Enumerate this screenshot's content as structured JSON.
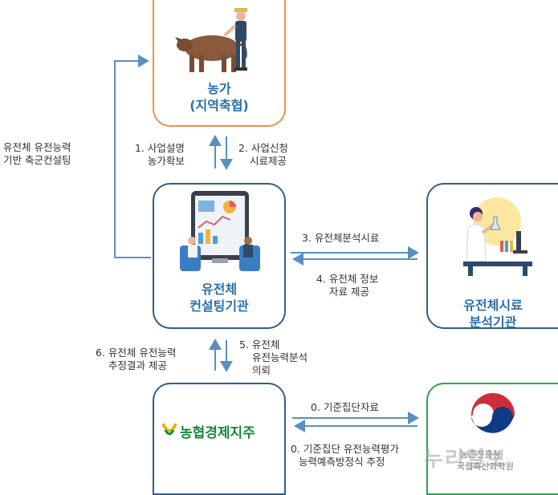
{
  "colors": {
    "farm_border": "#f0914a",
    "node_border": "#2f5f86",
    "gov_border": "#2fa44a",
    "arrow": "#5a8fc0",
    "title": "#2b6fa8",
    "logo_green": "#148a3a",
    "logo_yellow": "#e2b80d"
  },
  "nodes": {
    "farm": {
      "title_line1": "농가",
      "title_line2": "(지역축협)",
      "icon": "farmer-with-cow-illustration"
    },
    "consulting": {
      "title_line1": "유전체",
      "title_line2": "컨설팅기관",
      "icon": "consultation-meeting-illustration"
    },
    "lab": {
      "title_line1": "유전체시료",
      "title_line2": "분석기관",
      "icon": "scientist-microscope-illustration"
    },
    "nh": {
      "logo_text": "농협경제지주",
      "icon": "nh-logo-icon"
    },
    "gov": {
      "org_line1": "농촌진흥청",
      "org_line2": "국립축산과학원",
      "icon": "korea-government-emblem"
    }
  },
  "edges": {
    "left_loop": {
      "line1": "유전체 유전능력",
      "line2": "기반 축군컨설팅"
    },
    "step1": {
      "line1": "1. 사업설명",
      "line2": "농가확보"
    },
    "step2": {
      "line1": "2. 사업신청",
      "line2": "시료제공"
    },
    "step3": {
      "line1": "3. 유전체분석시료"
    },
    "step4": {
      "line1": "4. 유전체 정보",
      "line2": "자료 제공"
    },
    "step5": {
      "line1": "5. 유전체",
      "line2": "유전능력분석",
      "line3": "의뢰"
    },
    "step6": {
      "line1": "6. 유전체 유전능력",
      "line2": "추정결과 제공"
    },
    "step0a": {
      "line1": "0. 기준집단자료"
    },
    "step0b": {
      "line1": "0. 기준집단 유전능력평가",
      "line2": "능력예측방정식 추정"
    }
  },
  "watermark": "누리일보"
}
